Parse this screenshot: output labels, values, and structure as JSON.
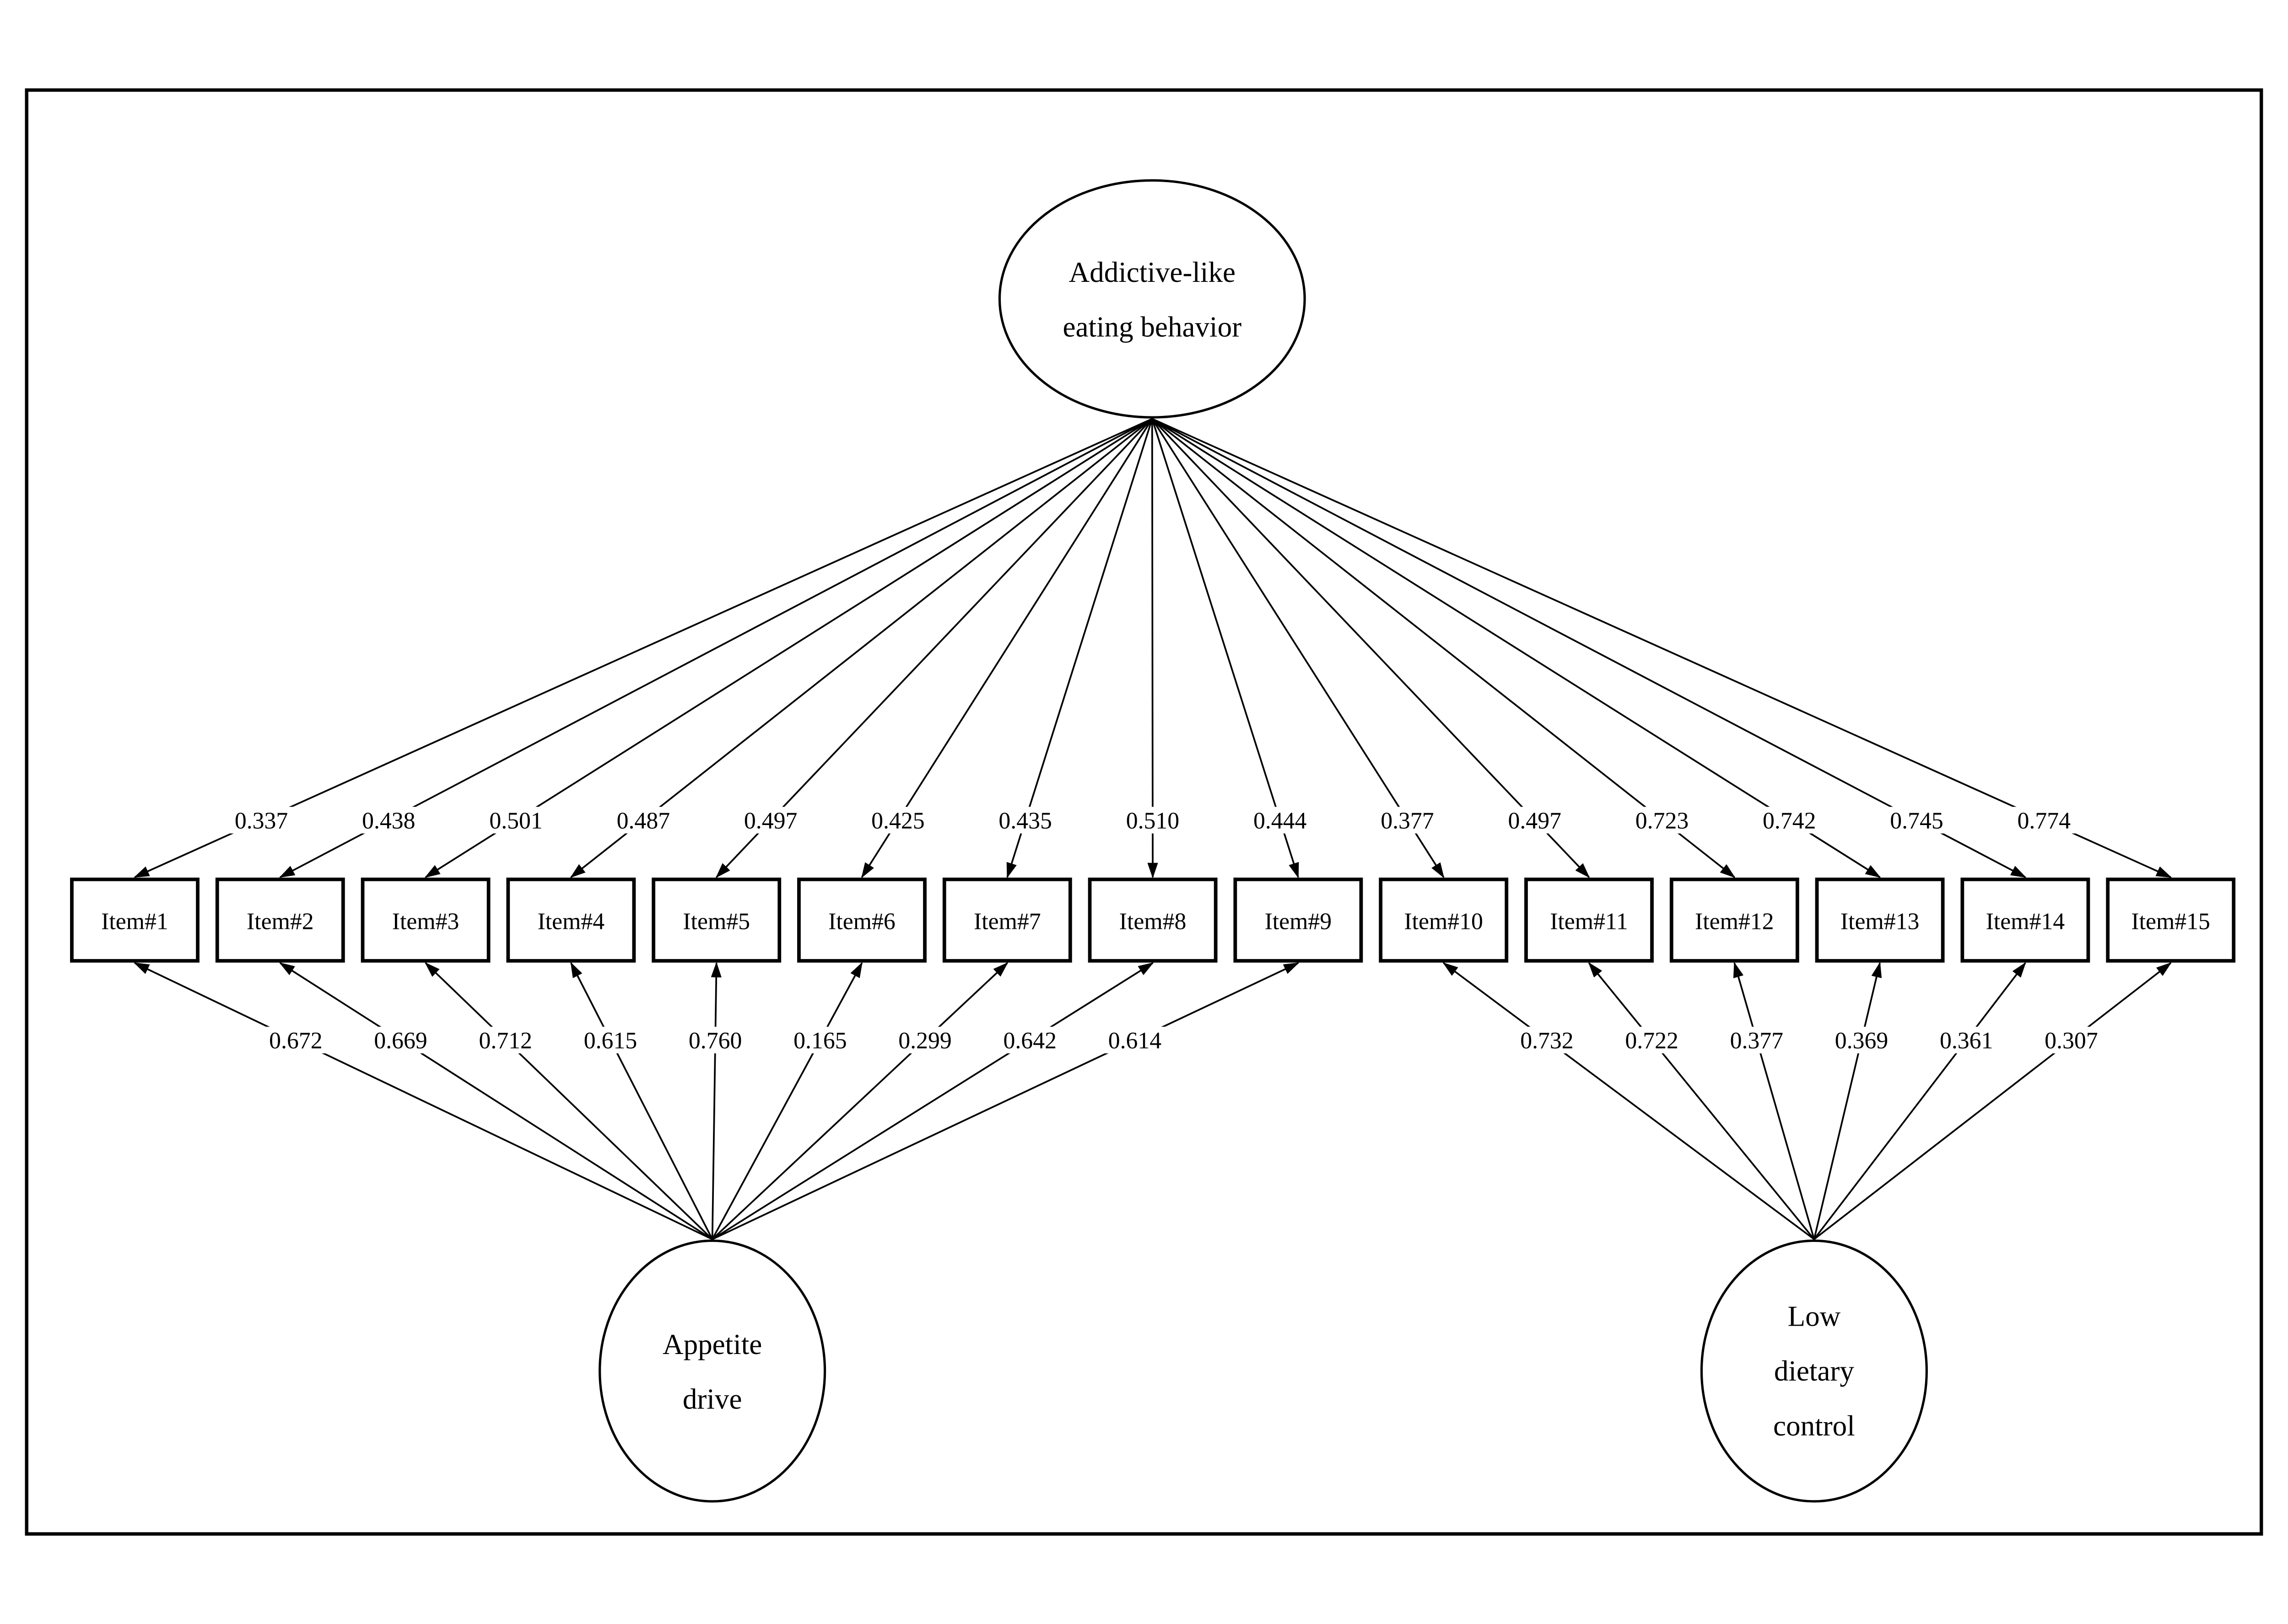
{
  "figure": {
    "background_color": "#ffffff",
    "line_color": "#000000",
    "items": [
      "Item#1",
      "Item#2",
      "Item#3",
      "Item#4",
      "Item#5",
      "Item#6",
      "Item#7",
      "Item#8",
      "Item#9",
      "Item#10",
      "Item#11",
      "Item#12",
      "Item#13",
      "Item#14",
      "Item#15"
    ],
    "factors": {
      "top": {
        "name": "Addictive-like eating behavior",
        "label_lines": [
          "Addictive-like",
          "eating behavior"
        ],
        "target_items": [
          1,
          2,
          3,
          4,
          5,
          6,
          7,
          8,
          9,
          10,
          11,
          12,
          13,
          14,
          15
        ],
        "loadings": [
          "0.337",
          "0.438",
          "0.501",
          "0.487",
          "0.497",
          "0.425",
          "0.435",
          "0.510",
          "0.444",
          "0.377",
          "0.497",
          "0.723",
          "0.742",
          "0.745",
          "0.774"
        ]
      },
      "left": {
        "name": "Appetite drive",
        "label_lines": [
          "Appetite",
          "drive"
        ],
        "target_items": [
          1,
          2,
          3,
          4,
          5,
          6,
          7,
          8,
          9
        ],
        "loadings": [
          "0.672",
          "0.669",
          "0.712",
          "0.615",
          "0.760",
          "0.165",
          "0.299",
          "0.642",
          "0.614"
        ]
      },
      "right": {
        "name": "Low dietary control",
        "label_lines": [
          "Low",
          "dietary",
          "control"
        ],
        "target_items": [
          10,
          11,
          12,
          13,
          14,
          15
        ],
        "loadings": [
          "0.732",
          "0.722",
          "0.377",
          "0.369",
          "0.361",
          "0.307"
        ]
      }
    }
  }
}
